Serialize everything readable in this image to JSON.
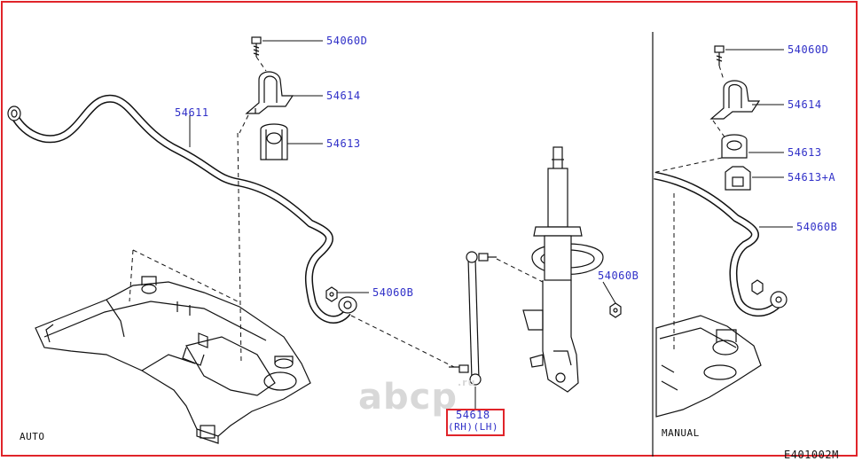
{
  "labels": {
    "bolt_auto": "54060D",
    "bracket_auto": "54614",
    "bushing_auto": "54613",
    "stabilizer": "54611",
    "nut_auto": "54060B",
    "link_part": "54618",
    "link_side": "(RH)(LH)",
    "nut_strut": "54060B",
    "bolt_manual": "54060D",
    "bracket_manual": "54614",
    "bushing_manual": "54613",
    "bushing_a_manual": "54613+A",
    "nut_manual": "54060B"
  },
  "section": {
    "auto": "AUTO",
    "manual": "MANUAL"
  },
  "figure_code": "E401002M",
  "watermark": {
    "text": "abcp",
    "suffix": ".ru"
  },
  "colors": {
    "label": "#3030c8",
    "frame": "#e0242a",
    "line": "#111111"
  }
}
